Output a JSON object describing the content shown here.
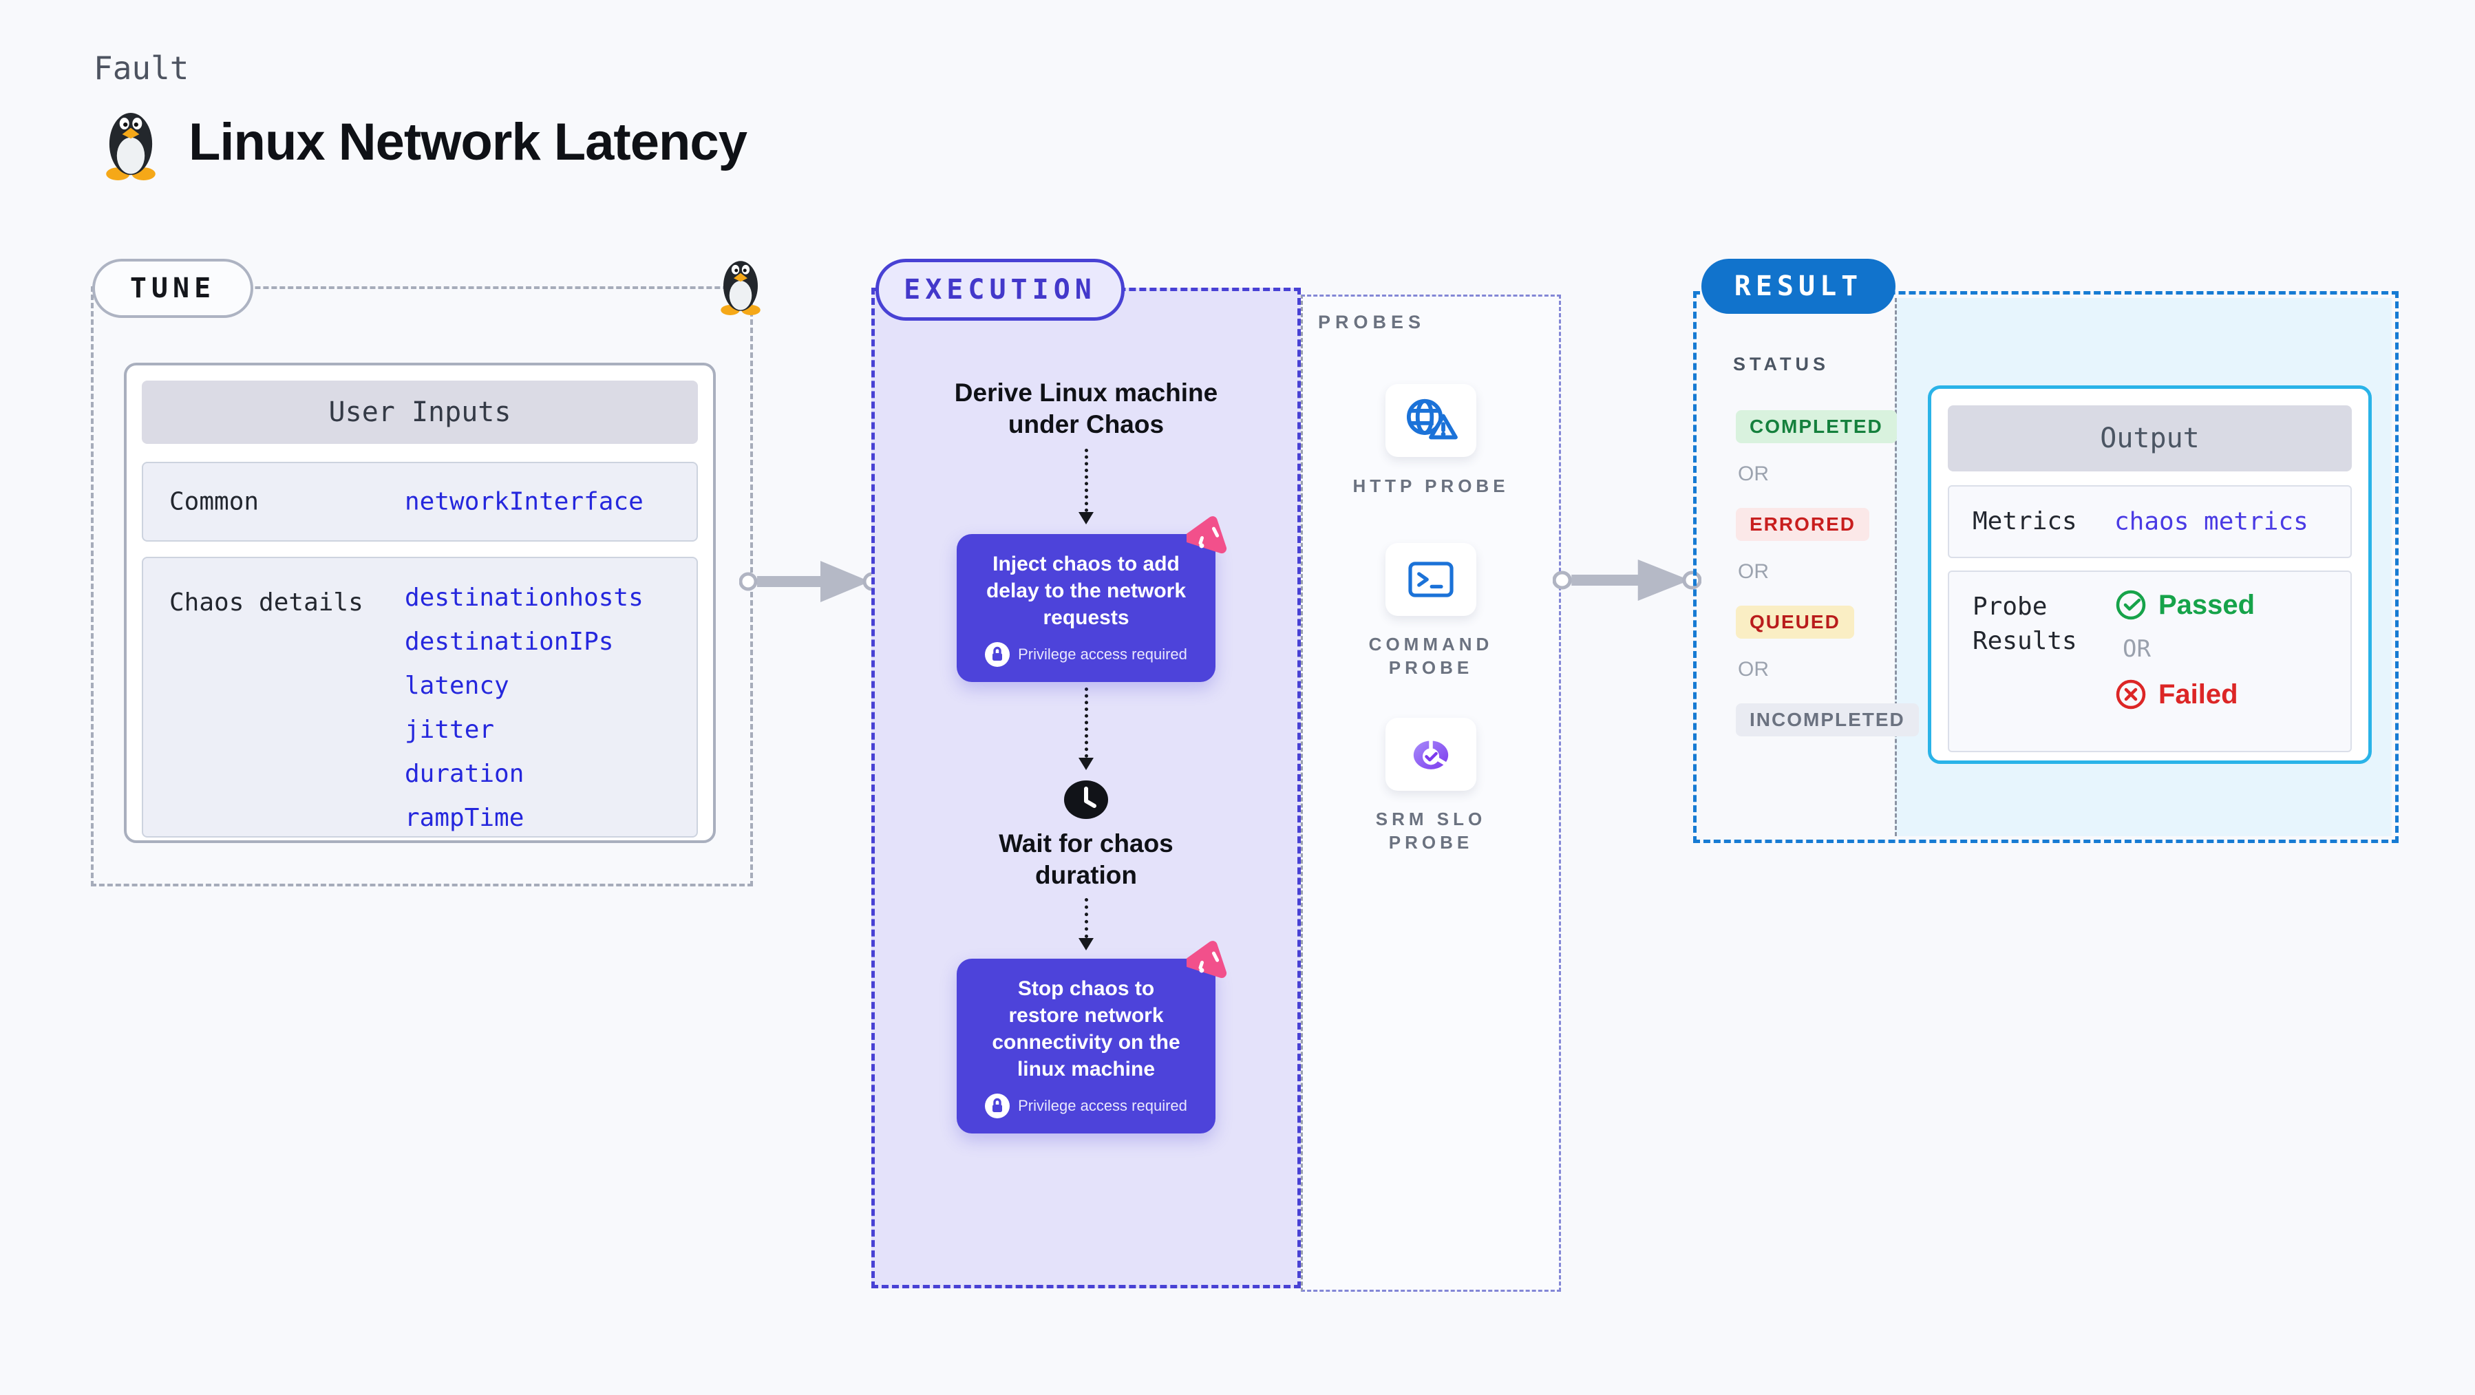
{
  "page": {
    "fault_label": "Fault",
    "title": "Linux Network Latency"
  },
  "tune": {
    "badge": "TUNE",
    "card_title": "User Inputs",
    "rows": [
      {
        "label": "Common",
        "values": [
          "networkInterface"
        ]
      },
      {
        "label": "Chaos details",
        "values": [
          "destinationhosts",
          "destinationIPs",
          "latency",
          "jitter",
          "duration",
          "rampTime"
        ]
      }
    ]
  },
  "execution": {
    "badge": "EXECUTION",
    "derive_text": "Derive Linux machine under Chaos",
    "inject": {
      "title": "Inject chaos to add delay to the network requests",
      "privilege": "Privilege access required"
    },
    "wait_text": "Wait for chaos duration",
    "stop": {
      "title": "Stop chaos to restore network connectivity on the linux machine",
      "privilege": "Privilege access required"
    }
  },
  "probes": {
    "label": "PROBES",
    "items": [
      {
        "name": "HTTP PROBE",
        "icon": "globe-warning-icon"
      },
      {
        "name": "COMMAND PROBE",
        "icon": "terminal-icon"
      },
      {
        "name": "SRM SLO PROBE",
        "icon": "pie-check-icon"
      }
    ]
  },
  "result": {
    "badge": "RESULT",
    "status_label": "STATUS",
    "or_label": "OR",
    "statuses": [
      {
        "label": "COMPLETED",
        "fg": "#15803d",
        "bg": "#d9f2de"
      },
      {
        "label": "ERRORED",
        "fg": "#c81e1e",
        "bg": "#fbe8e8"
      },
      {
        "label": "QUEUED",
        "fg": "#b91c1c",
        "bg": "#faeec4"
      },
      {
        "label": "INCOMPLETED",
        "fg": "#6b7280",
        "bg": "#e9ebf2"
      }
    ],
    "output": {
      "title": "Output",
      "metrics_label": "Metrics",
      "metrics_value": "chaos metrics",
      "probe_results_label": "Probe Results",
      "passed": "Passed",
      "or": "OR",
      "failed": "Failed"
    }
  },
  "colors": {
    "accent_indigo": "#4841d4",
    "chaos_box": "#4d43da",
    "lavender_bg": "#e4e2fa",
    "result_blue": "#1173cc",
    "output_border": "#2ab3e8",
    "result_bg": "#e7f5fd",
    "passed_green": "#16a34a",
    "failed_red": "#dc2626",
    "pink_logo": "#f2508b",
    "probe_icon_blue": "#1b72d8",
    "srm_purple": "#7c3aed"
  }
}
